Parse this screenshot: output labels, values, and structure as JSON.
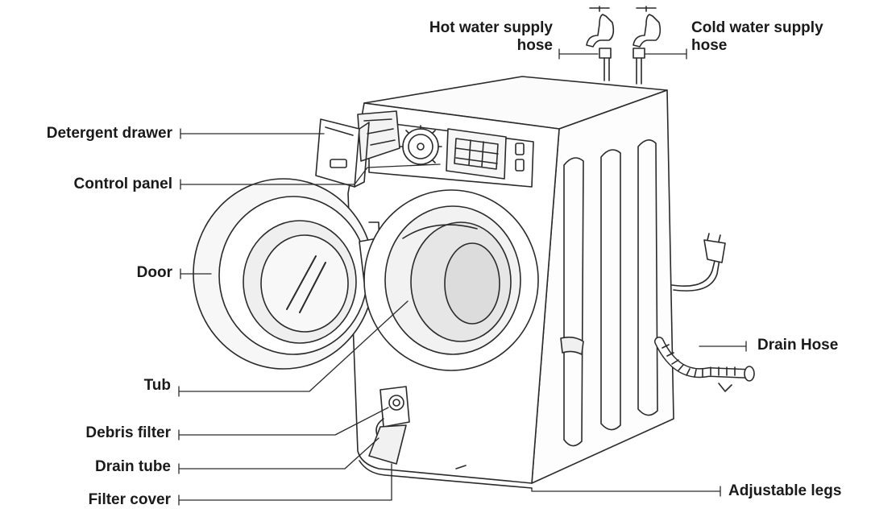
{
  "labels": {
    "hot_water": [
      "Hot water supply",
      "hose"
    ],
    "cold_water": [
      "Cold water supply",
      "hose"
    ],
    "detergent_drawer": "Detergent drawer",
    "control_panel": "Control panel",
    "door": "Door",
    "tub": "Tub",
    "debris_filter": "Debris filter",
    "drain_tube": "Drain tube",
    "filter_cover": "Filter cover",
    "drain_hose": "Drain Hose",
    "adjustable_legs": "Adjustable legs"
  },
  "colors": {
    "line": "#2a2a2a",
    "label": "#1a1a1a",
    "shade": "#e6e6e6"
  }
}
